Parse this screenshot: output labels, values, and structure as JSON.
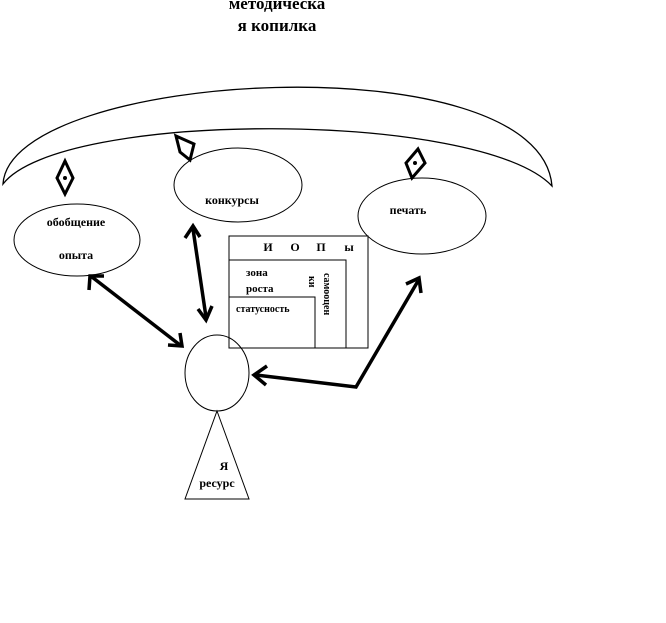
{
  "title": {
    "line1": "методическа",
    "line2": "я копилка"
  },
  "nodes": {
    "konkursy": "конкурсы",
    "obobshchenie_line1": "обобщение",
    "obobshchenie_line2": "опыта",
    "pechat": "печать",
    "ya_resurs_line1": "Я",
    "ya_resurs_line2": "ресурс"
  },
  "box": {
    "header": [
      "И",
      "О",
      "П",
      "ы"
    ],
    "zona_line1": "зона",
    "zona_line2": "роста",
    "status": "статусность",
    "samootsenki_line1": "самооцен",
    "samootsenki_line2": "ки"
  }
}
